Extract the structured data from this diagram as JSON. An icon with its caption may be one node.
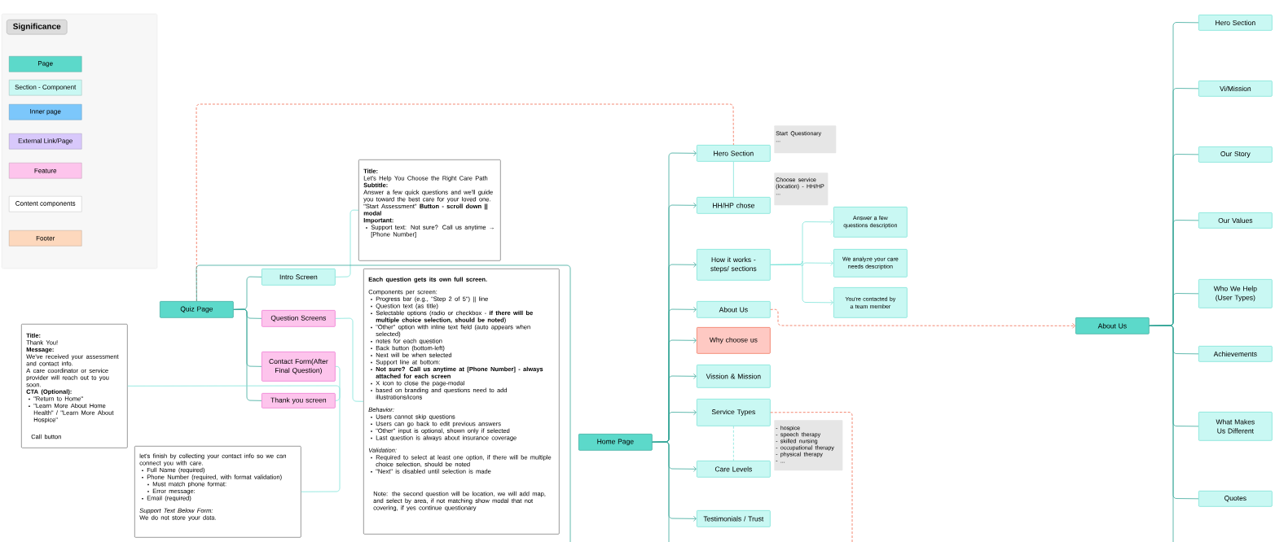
{
  "diagram": {
    "nodes": [
      {
        "text": [
          "Quiz Page"
        ]
      },
      {
        "text": [
          "Intro Screen"
        ]
      },
      {
        "text": [
          "Question Screens"
        ]
      },
      {
        "text": [
          "Contact Form(After Final Question)"
        ]
      },
      {
        "text": [
          "Thank you screen"
        ]
      },
      {
        "text": [
          "Title:",
          "Let's Help You Choose the Right Care Path",
          "Subtitle:",
          "Answer a few quick questions and we'll guide you toward the best care for your loved one.",
          "\"Start Assessment\" **Button - scroll down || modal**",
          "Important:",
          "Support text: Not sure? Call us anytime → [Phone Number]"
        ]
      },
      {
        "text": [
          "Each question gets its own full screen.",
          "Components per screen:",
          "Progress bar (e.g., \"Step 2 of 5\") || line",
          "Question text (as title)",
          "Selectable options (radio or checkbox - **if there will be multiple choice selection, should be noted**)",
          "\"Other\" option with inline text field (auto appears when selected)",
          "notes for each question",
          "Back button (bottom-left)",
          "Next will be when selected",
          "Support line at bottom:",
          "Not sure? Call us anytime at [Phone Number] - always attached for each screen",
          "X icon to close the page-modal",
          "based on branding and questions need to add illustrations/icons",
          "Behavior:",
          "Users cannot skip questions",
          "Users can go back to edit previous answers",
          "\"Other\" input is optional, shown only if selected",
          "Last question is always about insurance coverage",
          "Validation:",
          "Required to select at least one option, if there will be multiple choice selection, should be noted",
          "\"Next\" is disabled until selection is made",
          "Note: the second question will be location, we will add map, and select by area, if not matching show modal that not covering, if yes continue questionary"
        ]
      },
      {
        "text": [
          "Title:",
          "Thank You!",
          "Message:",
          "We've received your assessment and contact info.",
          "A care coordinator or service provider will reach out to you soon.",
          "CTA (Optional):",
          "\"Return to Home\"",
          "\"Learn More About Home Health\" / \"Learn More About Hospice\"",
          "Call button"
        ]
      },
      {
        "text": [
          "let's finish by collecting your contact info so we can connect you with care.",
          "Full Name (required)",
          "Phone Number (required, with format validation)",
          "Must match phone format:",
          "Error message:",
          "Email (required)",
          "Support Text Below Form:",
          "We do not store your data."
        ]
      },
      {
        "text": [
          "Home Page"
        ]
      },
      {
        "text": [
          "Hero Section"
        ]
      },
      {
        "text": [
          "HH/HP chose"
        ]
      },
      {
        "text": [
          "How it works - steps/ sections"
        ]
      },
      {
        "text": [
          "About Us"
        ]
      },
      {
        "text": [
          "Why choose us"
        ]
      },
      {
        "text": [
          "Vission & Mission"
        ]
      },
      {
        "text": [
          "Service Types"
        ]
      },
      {
        "text": [
          "Care Levels"
        ]
      },
      {
        "text": [
          "Testimonials / Trust"
        ]
      },
      {
        "text": [
          "Answer a few questions description"
        ]
      },
      {
        "text": [
          "We analyze your care needs description"
        ]
      },
      {
        "text": [
          "You're contacted by a team member"
        ]
      },
      {
        "text": [
          "Start Questionary",
          "..."
        ]
      },
      {
        "text": [
          "Choose service (location) - HH/HP",
          "..."
        ]
      },
      {
        "text": [
          "- hospice",
          "- speech therapy",
          "- skilled nursing",
          "- occupational therapy",
          "- physical therapy",
          "- ..."
        ]
      },
      {
        "text": [
          "About Us"
        ]
      },
      {
        "text": [
          "Hero Section"
        ]
      },
      {
        "text": [
          "Vi/Mission"
        ]
      },
      {
        "text": [
          "Our Story"
        ]
      },
      {
        "text": [
          "Our Values"
        ]
      },
      {
        "text": [
          "Who We Help (User Types)"
        ]
      },
      {
        "text": [
          "Achievements"
        ]
      },
      {
        "text": [
          "What Makes Us Different"
        ]
      },
      {
        "text": [
          "Quotes"
        ]
      }
    ],
    "edges": [
      {
        "from": 0,
        "to": 1,
        "arrow": "none"
      },
      {
        "from": 0,
        "to": 2,
        "arrow": "none"
      },
      {
        "from": 0,
        "to": 3,
        "arrow": "none"
      },
      {
        "from": 0,
        "to": 4,
        "arrow": "none"
      },
      {
        "from": 1,
        "to": 5,
        "arrow": "none",
        "color": "#7fe3d9"
      },
      {
        "from": 2,
        "to": 6,
        "arrow": "none",
        "color": "#7fe3d9"
      },
      {
        "from": 3,
        "to": 8,
        "arrow": "none",
        "color": "#7fe3d9"
      },
      {
        "from": 4,
        "to": 7,
        "arrow": "none",
        "color": "#7fe3d9"
      },
      {
        "from": 0,
        "to": 10,
        "arrow": "none",
        "style": "dashed",
        "color": "#f0694f"
      },
      {
        "from": 0,
        "to": null,
        "arrow": "none"
      },
      {
        "from": 9,
        "to": 10,
        "arrow": "to"
      },
      {
        "from": 9,
        "to": 11,
        "arrow": "to"
      },
      {
        "from": 9,
        "to": 12,
        "arrow": "to"
      },
      {
        "from": 9,
        "to": 13,
        "arrow": "to"
      },
      {
        "from": 9,
        "to": 14,
        "arrow": "to"
      },
      {
        "from": 9,
        "to": 15,
        "arrow": "to"
      },
      {
        "from": 9,
        "to": 16,
        "arrow": "to"
      },
      {
        "from": 9,
        "to": 17,
        "arrow": "to"
      },
      {
        "from": 9,
        "to": 18,
        "arrow": "to"
      },
      {
        "from": 10,
        "to": 11,
        "arrow": "none",
        "color": "#7fe3d9"
      },
      {
        "from": 12,
        "to": 19,
        "arrow": "to",
        "color": "#7fe3d9"
      },
      {
        "from": 12,
        "to": 20,
        "arrow": "to",
        "color": "#7fe3d9"
      },
      {
        "from": 12,
        "to": 21,
        "arrow": "to",
        "color": "#7fe3d9"
      },
      {
        "from": 13,
        "to": 25,
        "arrow": "to",
        "style": "dashed",
        "color": "#f0694f"
      },
      {
        "from": 16,
        "to": 17,
        "arrow": "none",
        "style": "dashed",
        "color": "#7fe3d9"
      },
      {
        "from": 16,
        "to": null,
        "arrow": "none",
        "style": "dashed",
        "color": "#f0694f"
      },
      {
        "from": 25,
        "to": 26,
        "arrow": "none"
      },
      {
        "from": 25,
        "to": 27,
        "arrow": "none"
      },
      {
        "from": 25,
        "to": 28,
        "arrow": "none"
      },
      {
        "from": 25,
        "to": 29,
        "arrow": "none"
      },
      {
        "from": 25,
        "to": 30,
        "arrow": "none"
      },
      {
        "from": 25,
        "to": 31,
        "arrow": "none"
      },
      {
        "from": 25,
        "to": 32,
        "arrow": "none"
      },
      {
        "from": 25,
        "to": 33,
        "arrow": "none"
      },
      {
        "from": 9,
        "to": null,
        "arrow": "none"
      },
      {
        "from": 25,
        "to": null,
        "arrow": "none"
      }
    ],
    "labels": [
      "Significance"
    ],
    "legend": [
      {
        "text": "Page",
        "color": "#5cd9ca"
      },
      {
        "text": "Section - Component",
        "color": "#c9f8f3"
      },
      {
        "text": "Inner page",
        "color": "#7cc7fb"
      },
      {
        "text": "External Link/Page",
        "color": "#d8c8fb"
      },
      {
        "text": "Feature",
        "color": "#fdc4ec"
      },
      {
        "text": "Content components",
        "color": "#ffffff"
      },
      {
        "text": "Footer",
        "color": "#fdd8bd"
      }
    ]
  }
}
